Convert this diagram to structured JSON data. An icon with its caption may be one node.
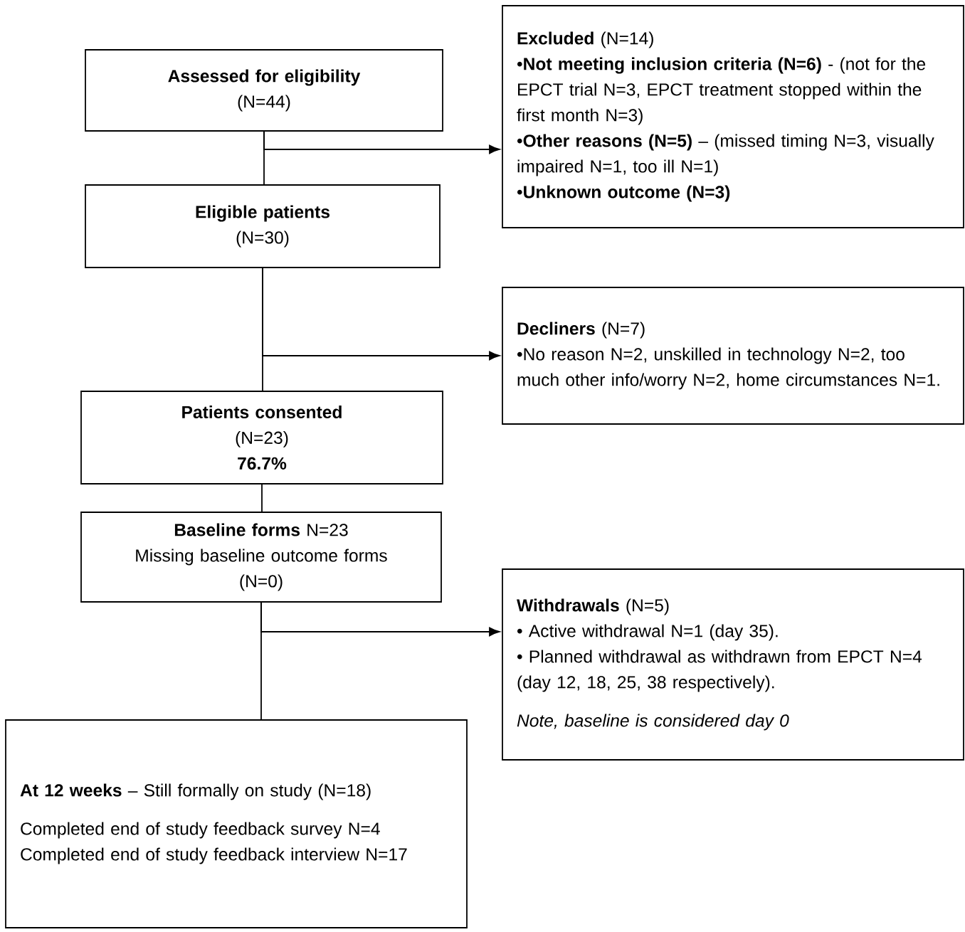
{
  "diagram": {
    "nodes": [
      {
        "text": [
          "Assessed for eligibility",
          "(N=44)"
        ]
      },
      {
        "text": [
          "**Excluded** (N=14)",
          "•**Not meeting inclusion criteria (N=6)** - (not for the EPCT trial N=3, EPCT treatment stopped within the first month N=3)",
          "•**Other reasons (N=5)** – (missed timing N=3, visually impaired N=1, too ill N=1)",
          "•**Unknown outcome (N=3)**"
        ]
      },
      {
        "text": [
          "Eligible patients",
          "(N=30)"
        ]
      },
      {
        "text": [
          "**Decliners** (N=7)",
          "•No reason N=2, unskilled in technology N=2, too much other info/worry N=2, home circumstances N=1."
        ]
      },
      {
        "text": [
          "Patients consented",
          "(N=23)",
          "76.7%"
        ]
      },
      {
        "text": [
          "**Baseline forms** N=23",
          "Missing baseline outcome forms",
          "(N=0)"
        ]
      },
      {
        "text": [
          "**Withdrawals** (N=5)",
          "• Active withdrawal N=1 (day 35).",
          "• Planned withdrawal as withdrawn from EPCT N=4 (day 12, 18, 25, 38 respectively).",
          "Note, baseline is considered day 0"
        ]
      },
      {
        "text": [
          "**At 12 weeks** – Still formally on study (N=18)",
          "Completed end of study feedback survey N=4",
          "Completed end of study feedback interview N=17"
        ]
      }
    ],
    "edges": [
      {
        "from": 0,
        "to": 2,
        "arrow": "none"
      },
      {
        "from": 0,
        "to": 1,
        "arrow": "to"
      },
      {
        "from": 2,
        "to": 4,
        "arrow": "none"
      },
      {
        "from": 2,
        "to": 3,
        "arrow": "to"
      },
      {
        "from": 4,
        "to": 5,
        "arrow": "none"
      },
      {
        "from": 5,
        "to": 7,
        "arrow": "none"
      },
      {
        "from": 5,
        "to": 6,
        "arrow": "to"
      }
    ]
  }
}
